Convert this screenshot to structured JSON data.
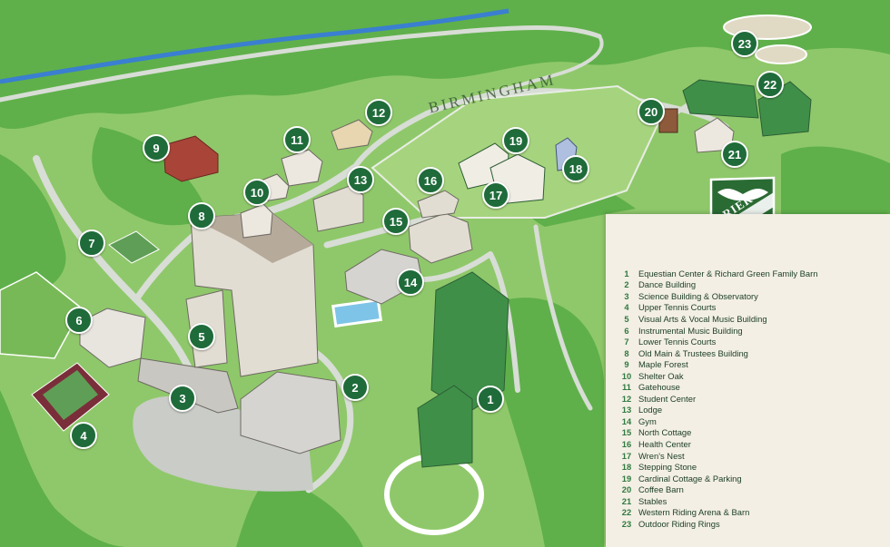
{
  "map": {
    "road_label": "BIRMINGHAM",
    "crest_text": "GRIER",
    "colors": {
      "grass": "#8fc86a",
      "trees": "#5fb04a",
      "road": "#d8ddd6",
      "marker": "#1f6b3a",
      "legend_bg": "#f3efe4",
      "legend_text": "#1b3d27",
      "roof_green": "#3f8f49"
    }
  },
  "legend": {
    "items": [
      {
        "num": "1",
        "label": "Equestian Center & Richard Green Family Barn"
      },
      {
        "num": "2",
        "label": "Dance Building"
      },
      {
        "num": "3",
        "label": "Science Building & Observatory"
      },
      {
        "num": "4",
        "label": "Upper Tennis Courts"
      },
      {
        "num": "5",
        "label": "Visual Arts & Vocal Music Building"
      },
      {
        "num": "6",
        "label": "Instrumental Music Building"
      },
      {
        "num": "7",
        "label": "Lower Tennis Courts"
      },
      {
        "num": "8",
        "label": "Old Main & Trustees Building"
      },
      {
        "num": "9",
        "label": "Maple Forest"
      },
      {
        "num": "10",
        "label": "Shelter Oak"
      },
      {
        "num": "11",
        "label": "Gatehouse"
      },
      {
        "num": "12",
        "label": "Student Center"
      },
      {
        "num": "13",
        "label": "Lodge"
      },
      {
        "num": "14",
        "label": "Gym"
      },
      {
        "num": "15",
        "label": "North Cottage"
      },
      {
        "num": "16",
        "label": "Health Center"
      },
      {
        "num": "17",
        "label": "Wren's Nest"
      },
      {
        "num": "18",
        "label": "Stepping Stone"
      },
      {
        "num": "19",
        "label": "Cardinal Cottage & Parking"
      },
      {
        "num": "20",
        "label": "Coffee Barn"
      },
      {
        "num": "21",
        "label": "Stables"
      },
      {
        "num": "22",
        "label": "Western Riding Arena & Barn"
      },
      {
        "num": "23",
        "label": "Outdoor Riding Rings"
      }
    ]
  },
  "markers": [
    {
      "num": "1"
    },
    {
      "num": "2"
    },
    {
      "num": "3"
    },
    {
      "num": "4"
    },
    {
      "num": "5"
    },
    {
      "num": "6"
    },
    {
      "num": "7"
    },
    {
      "num": "8"
    },
    {
      "num": "9"
    },
    {
      "num": "10"
    },
    {
      "num": "11"
    },
    {
      "num": "12"
    },
    {
      "num": "13"
    },
    {
      "num": "14"
    },
    {
      "num": "15"
    },
    {
      "num": "16"
    },
    {
      "num": "17"
    },
    {
      "num": "18"
    },
    {
      "num": "19"
    },
    {
      "num": "20"
    },
    {
      "num": "21"
    },
    {
      "num": "22"
    },
    {
      "num": "23"
    }
  ]
}
